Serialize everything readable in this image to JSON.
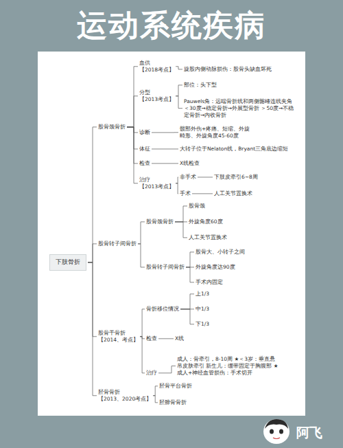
{
  "diagram": {
    "title": "运动系统疾病",
    "nodes": [
      {
        "text": [
          "下肢骨折"
        ]
      },
      {
        "text": [
          "股骨颈骨折"
        ]
      },
      {
        "text": [
          "血供",
          "【2018考点】"
        ]
      },
      {
        "text": [
          "旋股内侧动脉损伤：股骨头缺血坏死"
        ]
      },
      {
        "text": [
          "分型",
          "【2013考点】"
        ]
      },
      {
        "text": [
          "部位：头下型"
        ]
      },
      {
        "text": [
          "Pauwels角：远端骨折线和两侧髂嵴连线夹角 ＜30度→稳定骨折→外展型骨折 ＞50度→不稳定骨折→内收骨折"
        ]
      },
      {
        "text": [
          "诊断"
        ]
      },
      {
        "text": [
          "髋部外伤+疼痛、短缩、外旋畸形、外旋角度45-60度"
        ]
      },
      {
        "text": [
          "体征"
        ]
      },
      {
        "text": [
          "大转子位于Nelaton线，Bryant三角底边缩短"
        ]
      },
      {
        "text": [
          "检查"
        ]
      },
      {
        "text": [
          "X线检查"
        ]
      },
      {
        "text": [
          "治疗",
          "【2013考点】"
        ]
      },
      {
        "text": [
          "非手术"
        ]
      },
      {
        "text": [
          "下肢皮牵引6~8周"
        ]
      },
      {
        "text": [
          "手术"
        ]
      },
      {
        "text": [
          "人工关节置换术"
        ]
      },
      {
        "text": [
          "股骨转子间骨折"
        ]
      },
      {
        "text": [
          "股骨颈骨折"
        ]
      },
      {
        "text": [
          "股骨颈"
        ]
      },
      {
        "text": [
          "外旋角度60度"
        ]
      },
      {
        "text": [
          "人工关节置换术"
        ]
      },
      {
        "text": [
          "股骨转子间骨折"
        ]
      },
      {
        "text": [
          "股骨大、小转子之间"
        ]
      },
      {
        "text": [
          "外旋角度达90度"
        ]
      },
      {
        "text": [
          "手术内固定"
        ]
      },
      {
        "text": [
          "股骨干骨折",
          "【2014、考点】"
        ]
      },
      {
        "text": [
          "骨折移位情况"
        ]
      },
      {
        "text": [
          "上1/3"
        ]
      },
      {
        "text": [
          "中1/3"
        ]
      },
      {
        "text": [
          "下1/3"
        ]
      },
      {
        "text": [
          "检查"
        ]
      },
      {
        "text": [
          "X线"
        ]
      },
      {
        "text": [
          "治疗"
        ]
      },
      {
        "text": [
          "成人：骨牵引，8-10周 ★＜3岁：垂直悬吊皮肤牵引 新生儿：绷带固定于胸腹部 ★成人+神经血管损伤：手术切开"
        ]
      },
      {
        "text": [
          "胫骨骨折",
          "【2013、2020考点】"
        ]
      },
      {
        "text": [
          "胫骨平台骨折"
        ]
      },
      {
        "text": [
          "胫腓骨骨折"
        ]
      }
    ],
    "edges": [
      {
        "from": 0,
        "to": 1,
        "arrow": "none"
      },
      {
        "from": 1,
        "to": 2,
        "arrow": "none"
      },
      {
        "from": 2,
        "to": 3,
        "arrow": "none"
      },
      {
        "from": 1,
        "to": 4,
        "arrow": "none"
      },
      {
        "from": 4,
        "to": 5,
        "arrow": "none"
      },
      {
        "from": 4,
        "to": 6,
        "arrow": "none"
      },
      {
        "from": 1,
        "to": 7,
        "arrow": "none"
      },
      {
        "from": 7,
        "to": 8,
        "arrow": "none"
      },
      {
        "from": 1,
        "to": 9,
        "arrow": "none"
      },
      {
        "from": 9,
        "to": 10,
        "arrow": "none"
      },
      {
        "from": 1,
        "to": 11,
        "arrow": "none"
      },
      {
        "from": 11,
        "to": 12,
        "arrow": "none"
      },
      {
        "from": 1,
        "to": 13,
        "arrow": "none"
      },
      {
        "from": 13,
        "to": 14,
        "arrow": "none"
      },
      {
        "from": 14,
        "to": 15,
        "arrow": "none"
      },
      {
        "from": 13,
        "to": 16,
        "arrow": "none"
      },
      {
        "from": 16,
        "to": 17,
        "arrow": "none"
      },
      {
        "from": 0,
        "to": 18,
        "arrow": "none"
      },
      {
        "from": 18,
        "to": 19,
        "arrow": "none"
      },
      {
        "from": 19,
        "to": 20,
        "arrow": "none"
      },
      {
        "from": 19,
        "to": 21,
        "arrow": "none"
      },
      {
        "from": 19,
        "to": 22,
        "arrow": "none"
      },
      {
        "from": 18,
        "to": 23,
        "arrow": "none"
      },
      {
        "from": 23,
        "to": 24,
        "arrow": "none"
      },
      {
        "from": 23,
        "to": 25,
        "arrow": "none"
      },
      {
        "from": 23,
        "to": 26,
        "arrow": "none"
      },
      {
        "from": 0,
        "to": 27,
        "arrow": "none"
      },
      {
        "from": 27,
        "to": 28,
        "arrow": "none"
      },
      {
        "from": 28,
        "to": 29,
        "arrow": "none"
      },
      {
        "from": 28,
        "to": 30,
        "arrow": "none"
      },
      {
        "from": 28,
        "to": 31,
        "arrow": "none"
      },
      {
        "from": 27,
        "to": 32,
        "arrow": "none"
      },
      {
        "from": 32,
        "to": 33,
        "arrow": "none"
      },
      {
        "from": 27,
        "to": 34,
        "arrow": "none"
      },
      {
        "from": 34,
        "to": 35,
        "arrow": "none"
      },
      {
        "from": 0,
        "to": 36,
        "arrow": "none"
      },
      {
        "from": 36,
        "to": 37,
        "arrow": "none"
      },
      {
        "from": 36,
        "to": 38,
        "arrow": "none"
      }
    ],
    "labels": [
      "阿飞"
    ]
  }
}
